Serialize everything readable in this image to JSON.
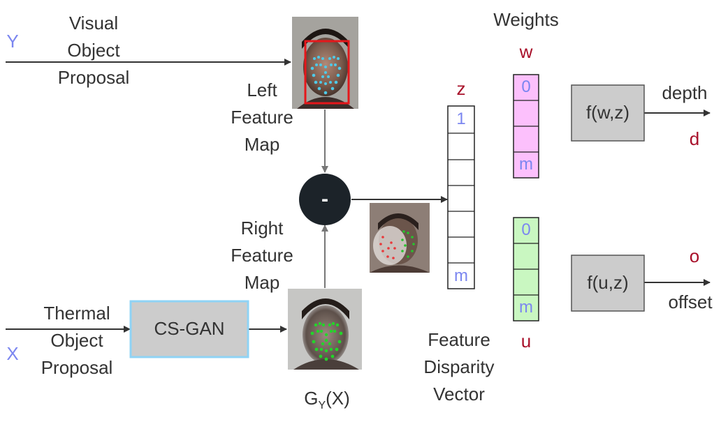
{
  "inputs": {
    "y_var": "Y",
    "x_var": "X",
    "visual_proposal": [
      "Visual",
      "Object",
      "Proposal"
    ],
    "thermal_proposal": [
      "Thermal",
      "Object",
      "Proposal"
    ]
  },
  "blocks": {
    "csgan": "CS-GAN",
    "subtract": "-",
    "f_wz": "f(w,z)",
    "f_uz": "f(u,z)"
  },
  "feature_maps": {
    "left": [
      "Left",
      "Feature",
      "Map"
    ],
    "right": [
      "Right",
      "Feature",
      "Map"
    ],
    "generator_base": "G",
    "generator_sub": "Y",
    "generator_arg": "(X)"
  },
  "vectors": {
    "z_label": "z",
    "z_first": "1",
    "z_last": "m",
    "z_caption": [
      "Feature",
      "Disparity",
      "Vector"
    ],
    "weights_title": "Weights",
    "w_label": "w",
    "w_first": "0",
    "w_last": "m",
    "u_label": "u",
    "u_first": "0",
    "u_last": "m"
  },
  "outputs": {
    "depth": "depth",
    "d": "d",
    "o": "o",
    "offset": "offset"
  },
  "colors": {
    "z_text": "#7b86f0",
    "red_text": "#a8102a",
    "w_fill": "#fcc0fc",
    "u_fill": "#c9f7c1",
    "box_fill": "#cccccc",
    "csgan_border": "#8fd3f5",
    "subtract_fill": "#1c2329"
  }
}
